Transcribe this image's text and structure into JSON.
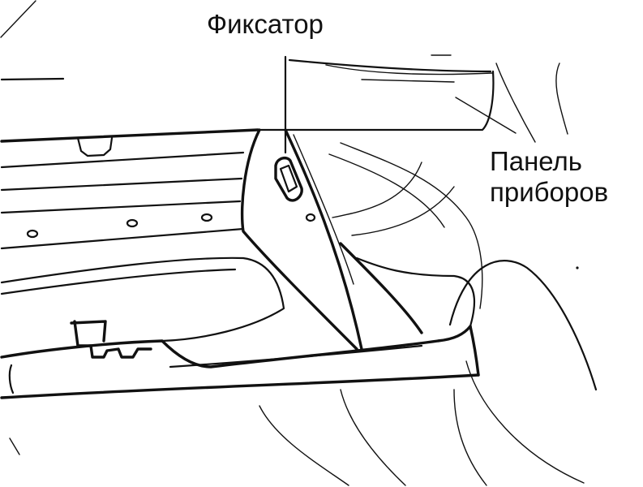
{
  "callouts": {
    "latch": "Фиксатор",
    "panel_line1": "Панель",
    "panel_line2": "приборов"
  },
  "colors": {
    "ink": "#111111",
    "background": "#ffffff"
  }
}
